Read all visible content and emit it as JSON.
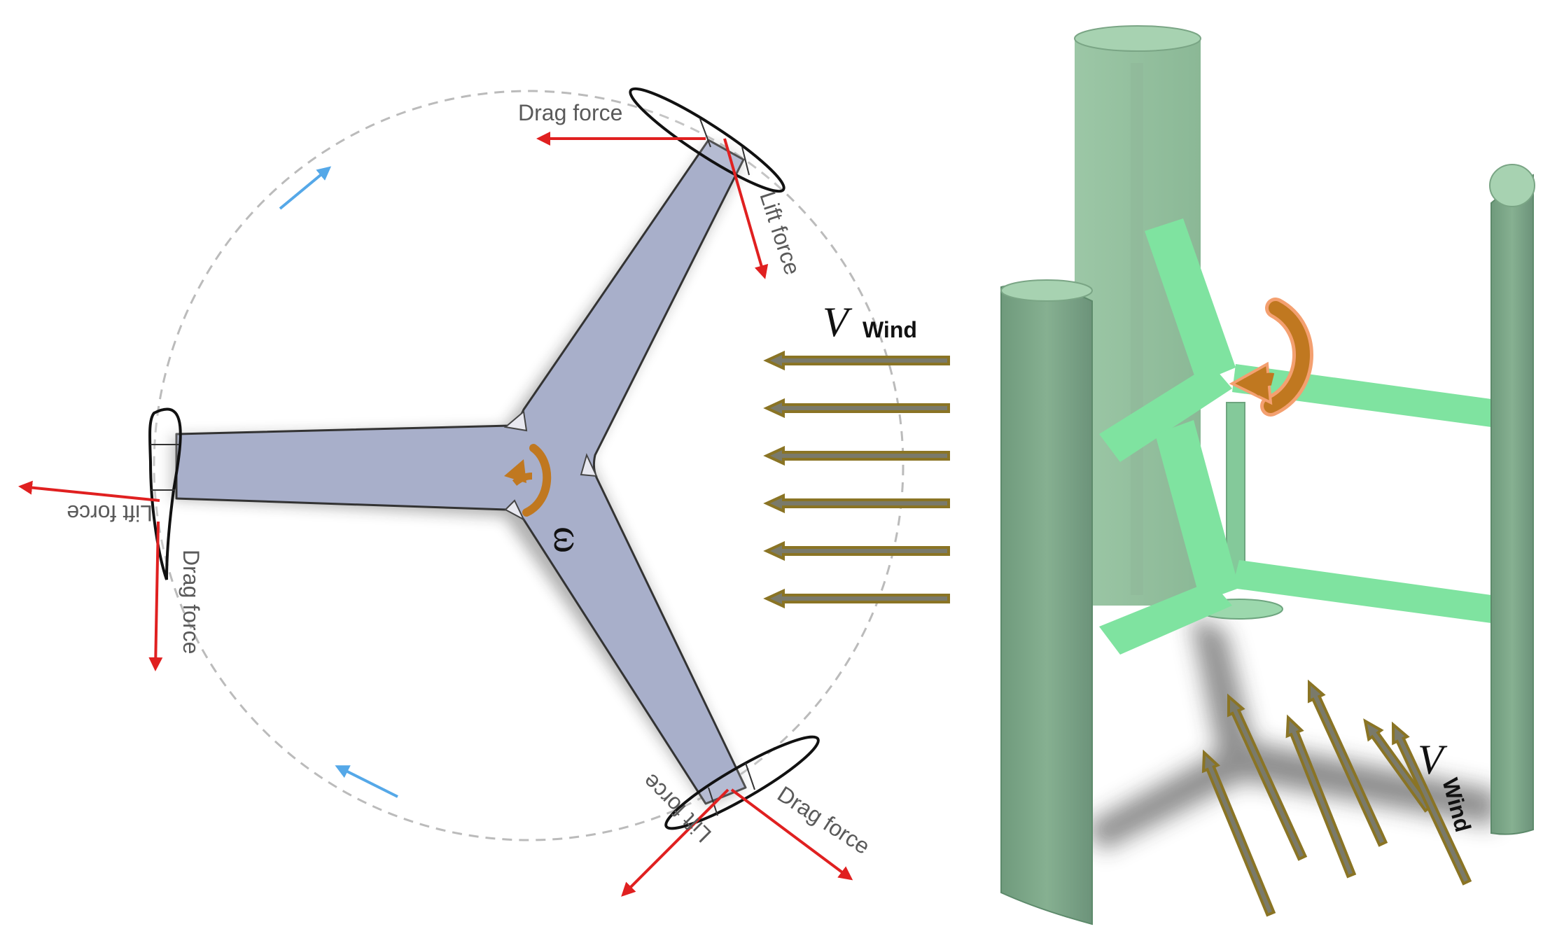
{
  "left_diagram": {
    "labels": {
      "drag_top": "Drag force",
      "lift_top": "Lift force",
      "lift_left": "Lift force",
      "drag_left": "Drag force",
      "drag_bottom": "Drag force",
      "lift_bottom": "Lift force"
    },
    "omega": "ω",
    "wind_symbol": "V",
    "wind_subscript": "Wind",
    "wind_arrow_count": 6
  },
  "right_diagram": {
    "wind_symbol": "V",
    "wind_subscript": "Wind",
    "wind_arrow_count": 6
  },
  "colors": {
    "rotor_fill": "#a8afca",
    "force_arrow": "#e02020",
    "wind_arrow": "#8a7424",
    "rotation_arrow": "#c07820",
    "direction_arrow": "#55a8e8",
    "turbine_blade": "#7fa88a",
    "turbine_arm": "#7fe3a0"
  }
}
